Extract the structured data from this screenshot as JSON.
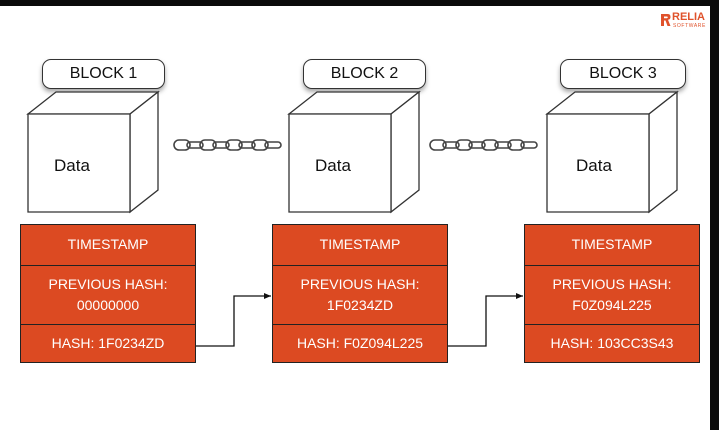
{
  "brand": {
    "name": "RELIA",
    "tagline": "SOFTWARE",
    "color": "#e0522b"
  },
  "diagram": {
    "block_color": "#dc4a22",
    "blocks": [
      {
        "title": "BLOCK 1",
        "data_label": "Data",
        "timestamp": "TIMESTAMP",
        "previous_hash_label": "PREVIOUS HASH:",
        "previous_hash": "00000000",
        "hash": "HASH: 1F0234ZD"
      },
      {
        "title": "BLOCK 2",
        "data_label": "Data",
        "timestamp": "TIMESTAMP",
        "previous_hash_label": "PREVIOUS HASH:",
        "previous_hash": "1F0234ZD",
        "hash": "HASH: F0Z094L225"
      },
      {
        "title": "BLOCK 3",
        "data_label": "Data",
        "timestamp": "TIMESTAMP",
        "previous_hash_label": "PREVIOUS HASH:",
        "previous_hash": "F0Z094L225",
        "hash": "HASH: 103CC3S43"
      }
    ],
    "links": [
      {
        "from": "BLOCK 1",
        "to": "BLOCK 2",
        "icon": "chain-icon"
      },
      {
        "from": "BLOCK 2",
        "to": "BLOCK 3",
        "icon": "chain-icon"
      }
    ]
  }
}
